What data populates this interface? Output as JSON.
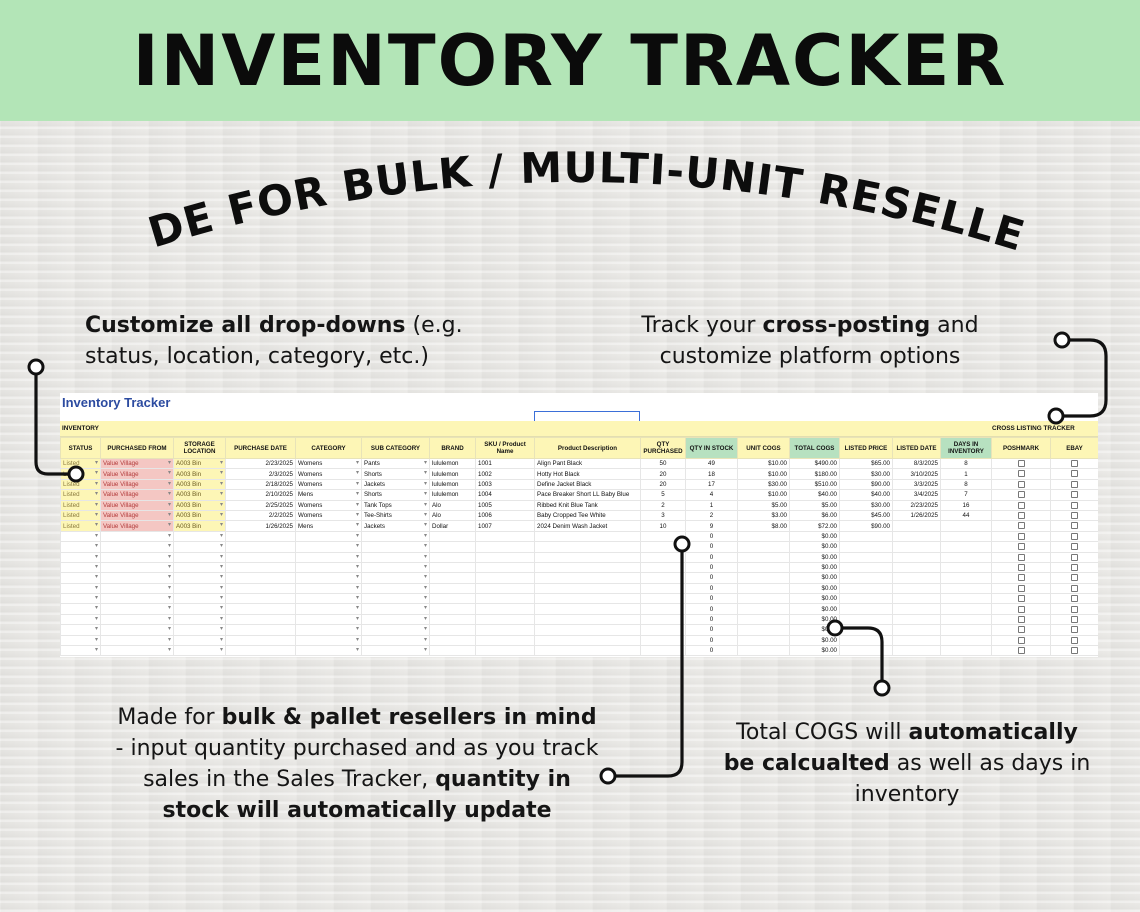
{
  "banner": {
    "title": "INVENTORY TRACKER"
  },
  "subtitle": "MADE FOR BULK / MULTI-UNIT RESELLERS",
  "callouts": {
    "dropdowns": {
      "bold": "Customize all drop-downs",
      "rest": " (e.g. status, location, category, etc.)"
    },
    "crossposting": {
      "pre": "Track your ",
      "bold": "cross-posting",
      "post": " and customize platform options"
    },
    "bulk": {
      "pre": "Made for ",
      "bold1": "bulk & pallet resellers in mind",
      "mid": " - input quantity purchased and as you track sales in the Sales Tracker, ",
      "bold2": "quantity in stock will automatically update"
    },
    "cogs": {
      "pre": "Total COGS will ",
      "bold": "automatically be calcualted",
      "post": " as well as days in inventory"
    }
  },
  "colors": {
    "banner": "#b3e5b7",
    "accent_blue": "#2c4ba0",
    "header_yellow": "#fdf6b6",
    "header_green": "#b7e1c0",
    "status_red": "#f4c7c3"
  },
  "sheet": {
    "title": "Inventory Tracker",
    "band_left": "INVENTORY",
    "band_right": "CROSS LISTING TRACKER",
    "headers": [
      "STATUS",
      "PURCHASED FROM",
      "STORAGE LOCATION",
      "PURCHASE DATE",
      "CATEGORY",
      "SUB CATEGORY",
      "BRAND",
      "SKU / Product Name",
      "Product Description",
      "QTY PURCHASED",
      "QTY IN STOCK",
      "UNIT COGS",
      "TOTAL COGS",
      "LISTED PRICE",
      "LISTED DATE",
      "DAYS IN INVENTORY",
      "POSHMARK",
      "EBAY"
    ],
    "rows": [
      [
        "Listed",
        "Value Village",
        "A003 Bin",
        "2/23/2025",
        "Womens",
        "Pants",
        "lululemon",
        "1001",
        "Align Pant Black",
        "50",
        "49",
        "$10.00",
        "$490.00",
        "$65.00",
        "8/3/2025",
        "8"
      ],
      [
        "Listed",
        "Value Village",
        "A003 Bin",
        "2/3/2025",
        "Womens",
        "Shorts",
        "lululemon",
        "1002",
        "Hotty Hot Black",
        "20",
        "18",
        "$10.00",
        "$180.00",
        "$30.00",
        "3/10/2025",
        "1"
      ],
      [
        "Listed",
        "Value Village",
        "A003 Bin",
        "2/18/2025",
        "Womens",
        "Jackets",
        "lululemon",
        "1003",
        "Define Jacket Black",
        "20",
        "17",
        "$30.00",
        "$510.00",
        "$90.00",
        "3/3/2025",
        "8"
      ],
      [
        "Listed",
        "Value Village",
        "A003 Bin",
        "2/10/2025",
        "Mens",
        "Shorts",
        "lululemon",
        "1004",
        "Pace Breaker Short LL Baby Blue",
        "5",
        "4",
        "$10.00",
        "$40.00",
        "$40.00",
        "3/4/2025",
        "7"
      ],
      [
        "Listed",
        "Value Village",
        "A003 Bin",
        "2/25/2025",
        "Womens",
        "Tank Tops",
        "Alo",
        "1005",
        "Ribbed Knit Blue Tank",
        "2",
        "1",
        "$5.00",
        "$5.00",
        "$30.00",
        "2/23/2025",
        "16"
      ],
      [
        "Listed",
        "Value Village",
        "A003 Bin",
        "2/2/2025",
        "Womens",
        "Tee-Shirts",
        "Alo",
        "1006",
        "Baby Cropped Tee White",
        "3",
        "2",
        "$3.00",
        "$6.00",
        "$45.00",
        "1/26/2025",
        "44"
      ],
      [
        "Listed",
        "Value Village",
        "A003 Bin",
        "1/26/2025",
        "Mens",
        "Jackets",
        "Dollar",
        "1007",
        "2024 Denim Wash Jacket",
        "10",
        "9",
        "$8.00",
        "$72.00",
        "$90.00",
        "",
        ""
      ]
    ],
    "empty_rows": [
      {
        "qty": "0",
        "cogs": "$0.00"
      },
      {
        "qty": "0",
        "cogs": "$0.00"
      },
      {
        "qty": "0",
        "cogs": "$0.00"
      },
      {
        "qty": "0",
        "cogs": "$0.00"
      },
      {
        "qty": "0",
        "cogs": "$0.00"
      },
      {
        "qty": "0",
        "cogs": "$0.00"
      },
      {
        "qty": "0",
        "cogs": "$0.00"
      },
      {
        "qty": "0",
        "cogs": "$0.00"
      },
      {
        "qty": "0",
        "cogs": "$0.00"
      },
      {
        "qty": "0",
        "cogs": "$0.00"
      },
      {
        "qty": "0",
        "cogs": "$0.00"
      },
      {
        "qty": "0",
        "cogs": "$0.00"
      }
    ]
  }
}
